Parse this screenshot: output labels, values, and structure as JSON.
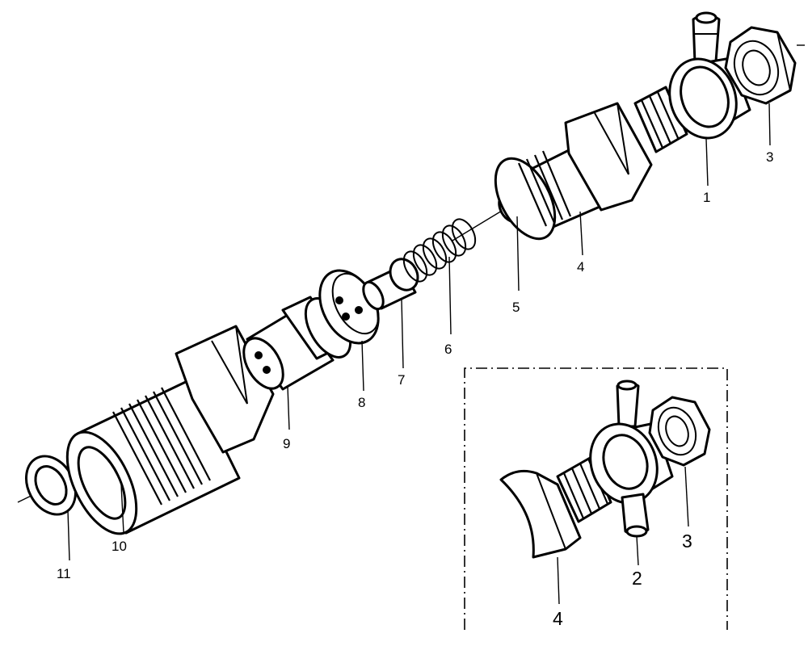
{
  "labels": {
    "main": {
      "p1": "1",
      "p3": "3",
      "p4": "4",
      "p5": "5",
      "p6": "6",
      "p7": "7",
      "p8": "8",
      "p9": "9",
      "p10": "10",
      "p11": "11"
    },
    "inset": {
      "p2": "2",
      "p3": "3",
      "p4": "4"
    }
  }
}
